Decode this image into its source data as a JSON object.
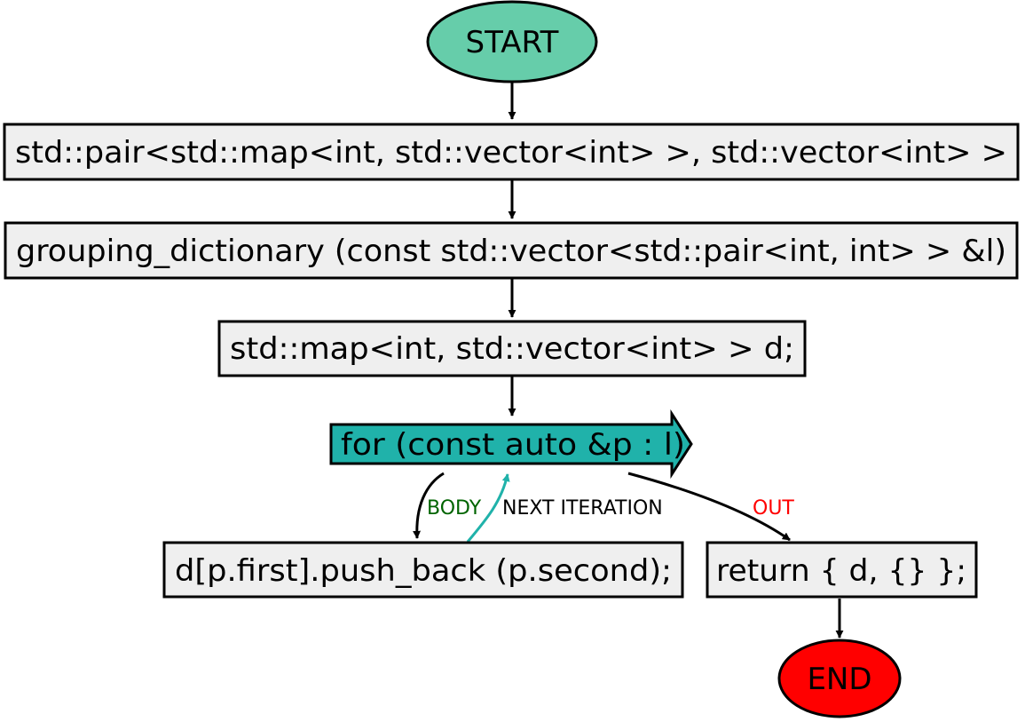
{
  "nodes": {
    "start": {
      "label": "START",
      "fill": "#66cdaa"
    },
    "return_type": {
      "label": "std::pair<std::map<int, std::vector<int> >, std::vector<int> >",
      "fill": "#efefef"
    },
    "signature": {
      "label": "grouping_dictionary (const std::vector<std::pair<int, int> > &l)",
      "fill": "#efefef"
    },
    "decl": {
      "label": "std::map<int, std::vector<int> > d;",
      "fill": "#efefef"
    },
    "loop": {
      "label": "for (const auto &p : l)",
      "fill": "#20b2aa"
    },
    "body": {
      "label": "d[p.first].push_back (p.second);",
      "fill": "#efefef"
    },
    "return_stmt": {
      "label": "return { d, {} };",
      "fill": "#efefef"
    },
    "end": {
      "label": "END",
      "fill": "#ff0000"
    }
  },
  "edges": {
    "body": {
      "label": "BODY",
      "color": "#006400"
    },
    "next": {
      "label": "NEXT ITERATION",
      "color": "#000000"
    },
    "out": {
      "label": "OUT",
      "color": "#ff0000"
    }
  },
  "colors": {
    "stroke": "#000000",
    "loop_back": "#20b2aa"
  }
}
